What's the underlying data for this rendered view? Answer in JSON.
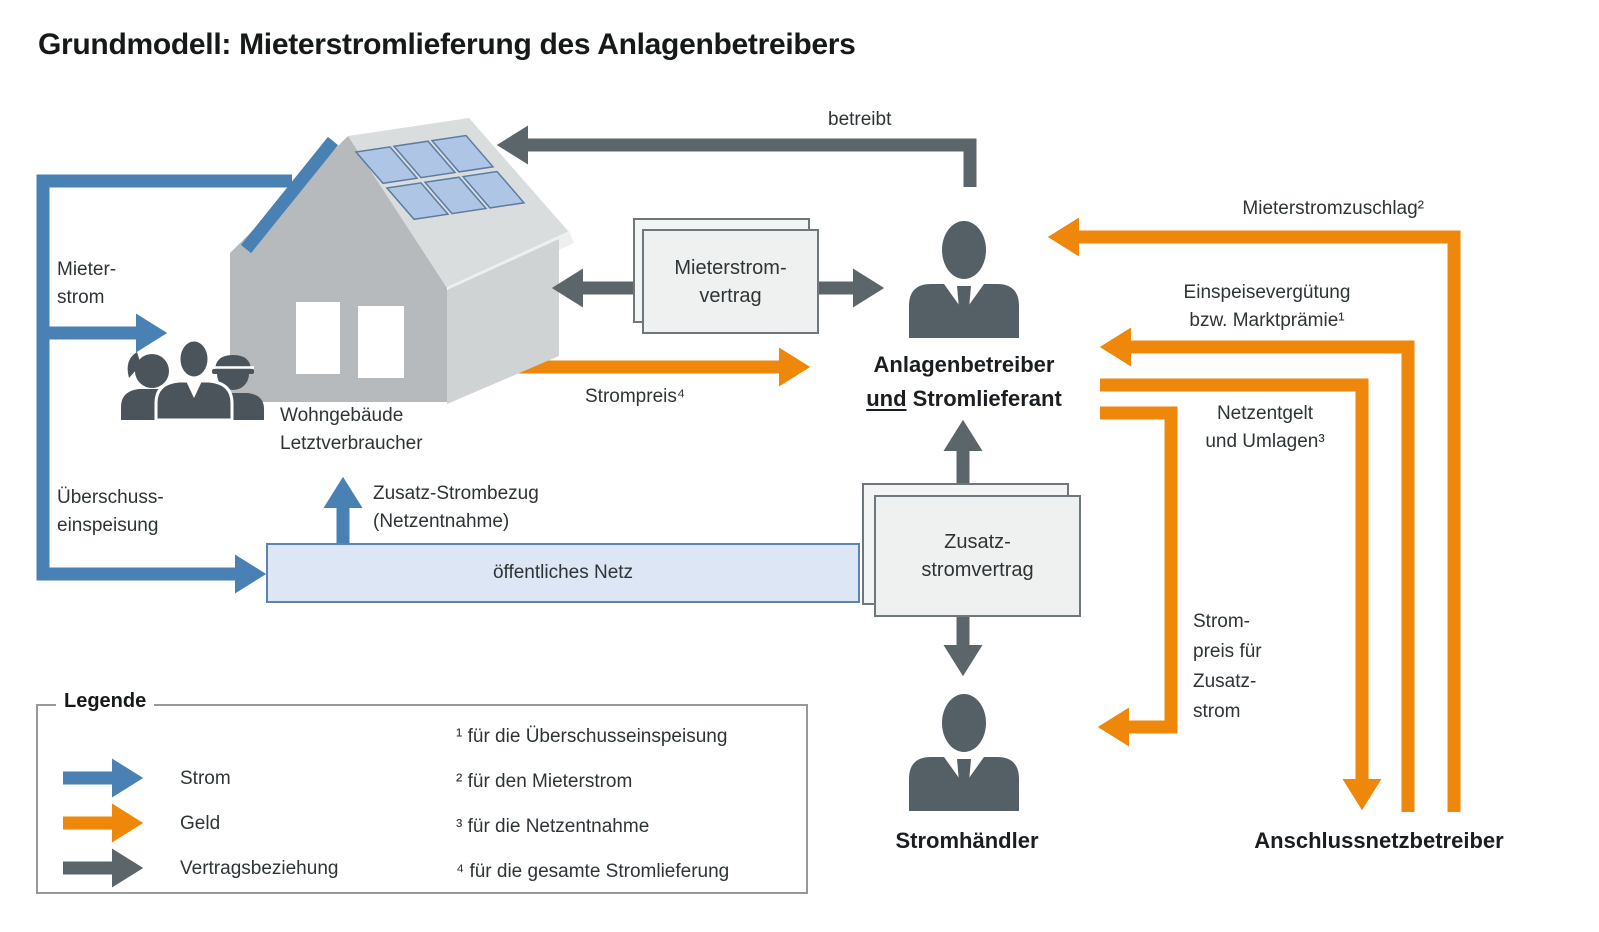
{
  "title": "Grundmodell: Mieterstromlieferung des Anlagenbetreibers",
  "colors": {
    "blue": "#4a81b4",
    "orange": "#ef870b",
    "gray": "#5c6569",
    "person": "#546066",
    "tenants": "#4b545a",
    "house_front": "#b6babc",
    "house_side": "#cfd3d4",
    "house_roof": "#dadddd",
    "house_eave": "#eef0f0",
    "panel_fill": "#aec5e6",
    "panel_border": "#5d7ca3",
    "net_bar_fill": "#dce6f4",
    "net_bar_border": "#5f82ae",
    "box_fill": "#eff1f1",
    "box_border": "#6e777b"
  },
  "labels": {
    "betreibt": "betreibt",
    "mieterstrom": [
      "Mieter-",
      "strom"
    ],
    "ueberschuss": [
      "Überschuss-",
      "einspeisung"
    ],
    "wohngebaeude": [
      "Wohngebäude",
      "Letztverbraucher"
    ],
    "zusatz_strombezug": [
      "Zusatz-Strombezug",
      "(Netzentnahme)"
    ],
    "oeffentliches_netz": "öffentliches Netz",
    "strompreis": "Strompreis⁴",
    "mieterstromzuschlag": "Mieterstromzuschlag²",
    "einspeiseverguetung": [
      "Einspeisevergütung",
      "bzw. Marktprämie¹"
    ],
    "netzentgelt": [
      "Netzentgelt",
      "und Umlagen³"
    ],
    "strompreis_zusatz": [
      "Strom-",
      "preis für",
      "Zusatz-",
      "strom"
    ]
  },
  "boxes": {
    "mieterstromvertrag": [
      "Mieterstrom-",
      "vertrag"
    ],
    "zusatzstromvertrag": [
      "Zusatz-",
      "stromvertrag"
    ]
  },
  "actors": {
    "anlagenbetreiber": {
      "line1": "Anlagenbetreiber",
      "und": "und",
      "rest": "Stromlieferant"
    },
    "stromhaendler": "Stromhändler",
    "anschlussnetzbetreiber": "Anschlussnetzbetreiber"
  },
  "legend": {
    "title": "Legende",
    "items": [
      {
        "label": "Strom",
        "color": "#4a81b4"
      },
      {
        "label": "Geld",
        "color": "#ef870b"
      },
      {
        "label": "Vertragsbeziehung",
        "color": "#5c6569"
      }
    ],
    "footnotes": [
      "¹ für die Überschusseinspeisung",
      "² für den Mieterstrom",
      "³ für die Netzentnahme",
      "⁴ für die gesamte Stromlieferung"
    ]
  }
}
